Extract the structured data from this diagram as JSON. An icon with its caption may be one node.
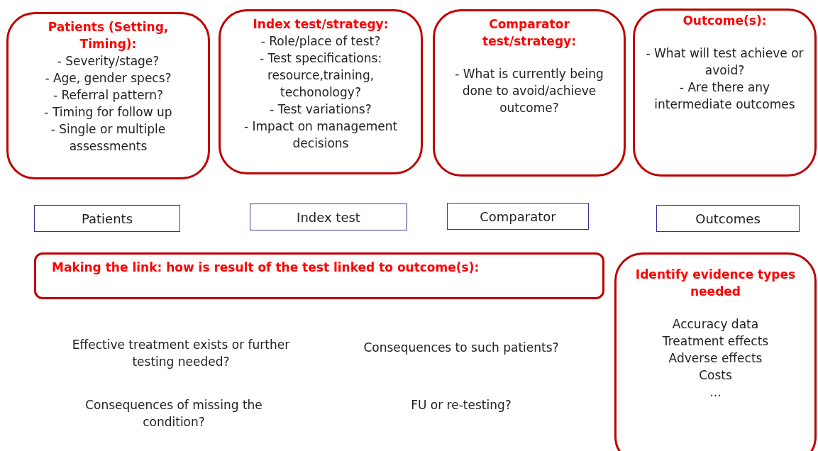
{
  "diagram": {
    "nodes": [
      {
        "text": [
          "Patients (Setting, Timing):",
          "- Severity/stage?",
          "- Age, gender specs?",
          "- Referral pattern?",
          "- Timing for follow up",
          "- Single or multiple assessments"
        ]
      },
      {
        "text": [
          "Index test/strategy:",
          "- Role/place of test?",
          "- Test specifications: resource,training, techonology?",
          "- Test variations?",
          "- Impact on management decisions"
        ]
      },
      {
        "text": [
          "Comparator test/strategy:",
          "- What is currently being done to avoid/achieve outcome?"
        ]
      },
      {
        "text": [
          "Outcome(s):",
          "- What will test achieve or avoid?",
          "- Are there any intermediate outcomes"
        ]
      },
      {
        "text": [
          "Patients"
        ]
      },
      {
        "text": [
          "Index test"
        ]
      },
      {
        "text": [
          "Comparator"
        ]
      },
      {
        "text": [
          "Outcomes"
        ]
      },
      {
        "text": [
          "Making the link: how is result of the test linked to outcome(s):"
        ]
      },
      {
        "text": [
          "Identify evidence types needed",
          "Accuracy data",
          "Treatment effects",
          "Adverse effects",
          "Costs",
          "..."
        ]
      }
    ],
    "labels": [
      "Effective treatment exists or further testing needed?",
      "Consequences to such patients?",
      "Consequences of missing the condition?",
      "FU or re-testing?"
    ]
  }
}
